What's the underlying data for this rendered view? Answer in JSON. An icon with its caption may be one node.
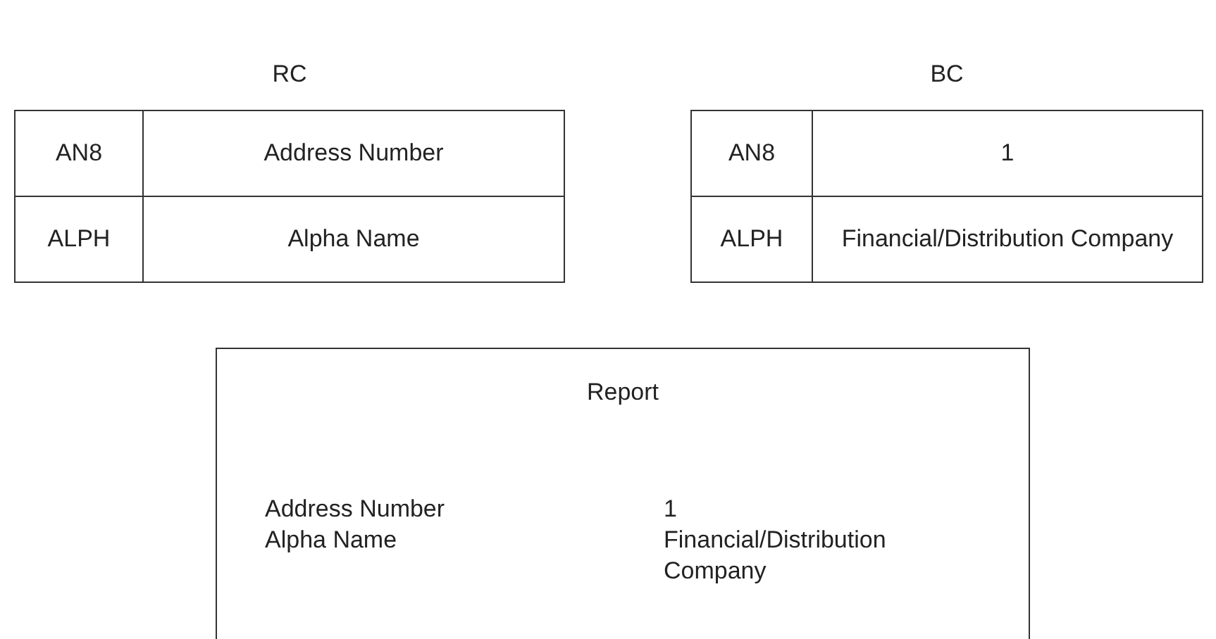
{
  "diagram": {
    "nodes": [
      {
        "text": [
          "RC"
        ]
      },
      {
        "text": [
          "AN8"
        ],
        "in": 0
      },
      {
        "text": [
          "Address Number"
        ],
        "in": 0
      },
      {
        "text": [
          "ALPH"
        ],
        "in": 0
      },
      {
        "text": [
          "Alpha Name"
        ],
        "in": 0
      },
      {
        "text": [
          "BC"
        ]
      },
      {
        "text": [
          "AN8"
        ],
        "in": 5
      },
      {
        "text": [
          "1"
        ],
        "in": 5
      },
      {
        "text": [
          "ALPH"
        ],
        "in": 5
      },
      {
        "text": [
          "Financial/Distribution Company"
        ],
        "in": 5
      },
      {
        "text": [
          "Report",
          "Address Number",
          "1",
          "Alpha Name",
          "Financial/Distribution Company"
        ]
      }
    ]
  }
}
